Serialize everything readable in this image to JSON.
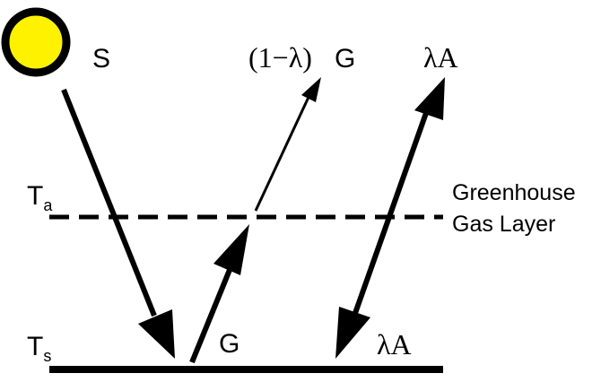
{
  "labels": {
    "sun": "S",
    "escaped_prefix": "(1−λ)",
    "escaped_suffix": "G",
    "atmosphere_up": "λA",
    "atmosphere_temp": "T",
    "atmosphere_temp_sub": "a",
    "layer_line1": "Greenhouse",
    "layer_line2": "Gas Layer",
    "ground_emission": "G",
    "atmosphere_down": "λA",
    "surface_temp": "T",
    "surface_temp_sub": "s"
  },
  "colors": {
    "sun_fill": "#FFF200",
    "ink": "#000000",
    "background": "#FFFFFF"
  }
}
